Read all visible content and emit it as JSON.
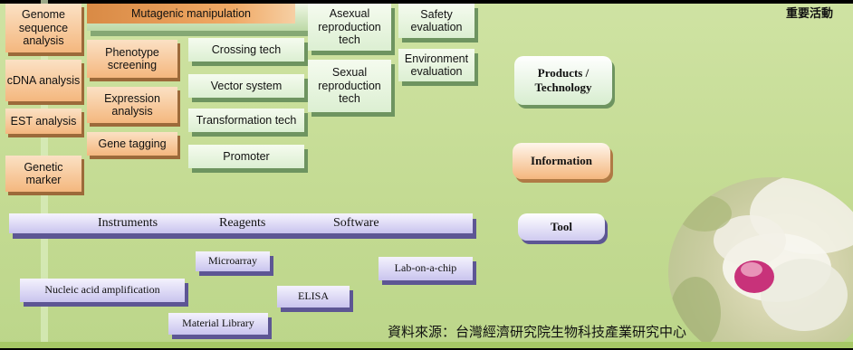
{
  "corner_title": "重要活動",
  "source_note": "資料來源：台灣經濟研究院生物科技產業研究中心",
  "information_boxes": [
    "Genome sequence analysis",
    "cDNA analysis",
    "EST analysis",
    "Genetic marker",
    "Phenotype screening",
    "Expression analysis",
    "Gene tagging"
  ],
  "mutagenic": "Mutagenic manipulation",
  "technology_boxes": [
    "Crossing tech",
    "Vector system",
    "Transformation tech",
    "Promoter",
    "Asexual reproduction tech",
    "Sexual reproduction tech",
    "Safety evaluation",
    "Environment evaluation"
  ],
  "tool_bar": [
    "Instruments",
    "Reagents",
    "Software"
  ],
  "tool_boxes": [
    "Microarray",
    "Lab-on-a-chip",
    "Nucleic acid amplification",
    "ELISA",
    "Material Library"
  ],
  "legend": {
    "products": "Products / Technology",
    "information": "Information",
    "tool": "Tool"
  },
  "colors": {
    "information": "#f4b77e",
    "technology": "#dcefd2",
    "tool": "#c9c4ee",
    "background": "#c8de9a"
  }
}
